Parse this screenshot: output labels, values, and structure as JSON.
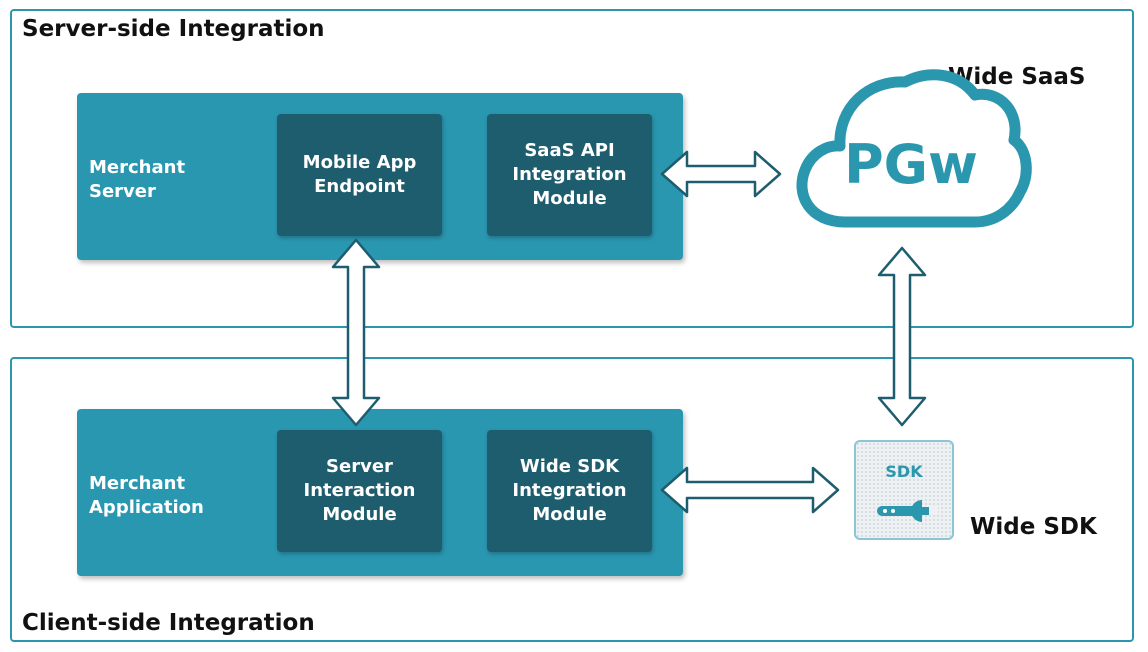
{
  "server_side": {
    "title": "Server-side Integration",
    "panel_label": "Merchant\nServer",
    "modules": [
      "Mobile App\nEndpoint",
      "SaaS API\nIntegration\nModule"
    ]
  },
  "client_side": {
    "title": "Client-side Integration",
    "panel_label": "Merchant\nApplication",
    "modules": [
      "Server\nInteraction\nModule",
      "Wide SDK\nIntegration\nModule"
    ]
  },
  "saas": {
    "label": "Wide SaaS",
    "cloud_text": "PGw"
  },
  "sdk": {
    "label": "Wide SDK",
    "badge_text": "SDK",
    "icon": "wrench-icon"
  },
  "colors": {
    "accent": "#2a97ae",
    "panel": "#2a97b1",
    "module": "#1e5d6e",
    "arrow_stroke": "#1e5d6e"
  }
}
